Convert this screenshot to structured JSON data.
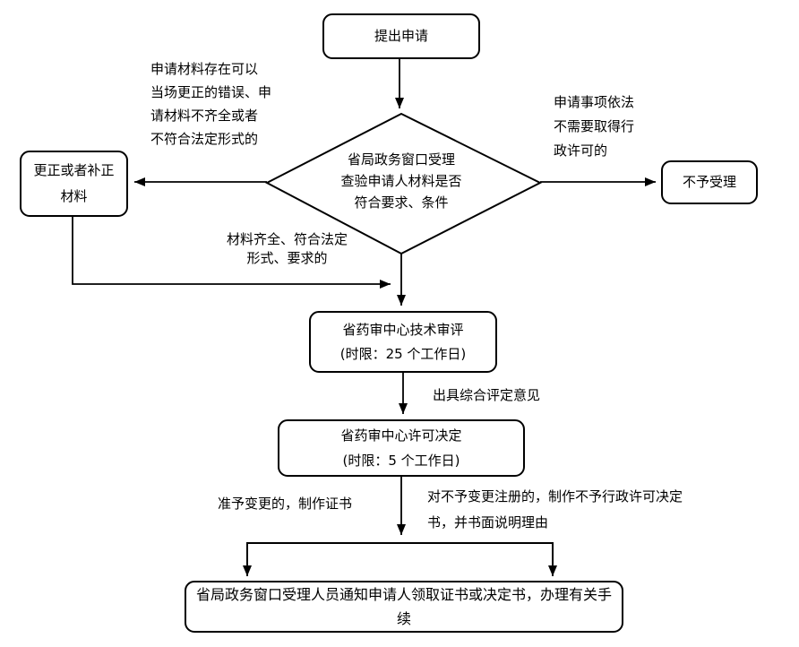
{
  "nodes": {
    "start": {
      "label": "提出申请"
    },
    "decision": {
      "lines": [
        "省局政务窗口受理",
        "查验申请人材料是否",
        "符合要求、条件"
      ]
    },
    "correct": {
      "lines": [
        "更正或者补正",
        "材料"
      ]
    },
    "reject": {
      "label": "不予受理"
    },
    "review": {
      "lines": [
        "省药审中心技术审评",
        "(时限：25 个工作日)"
      ]
    },
    "decide": {
      "lines": [
        "省药审中心许可决定",
        "(时限：5 个工作日)"
      ]
    },
    "notify": {
      "label": "省局政务窗口受理人员通知申请人领取证书或决定书，办理有关手续"
    }
  },
  "edge_labels": {
    "correctable": [
      "申请材料存在可以",
      "当场更正的错误、申",
      "请材料不齐全或者",
      "不符合法定形式的"
    ],
    "no_permit": [
      "申请事项依法",
      "不需要取得行",
      "政许可的"
    ],
    "complete": [
      "材料齐全、符合法定",
      "形式、要求的"
    ],
    "opinion": "出具综合评定意见",
    "approve": "准予变更的，制作证书",
    "deny": [
      "对不予变更注册的，制作不予行政许可决定",
      "书，并书面说明理由"
    ]
  },
  "colors": {
    "line": "#000000",
    "box_background": "#ffffff",
    "text": "#000000"
  }
}
